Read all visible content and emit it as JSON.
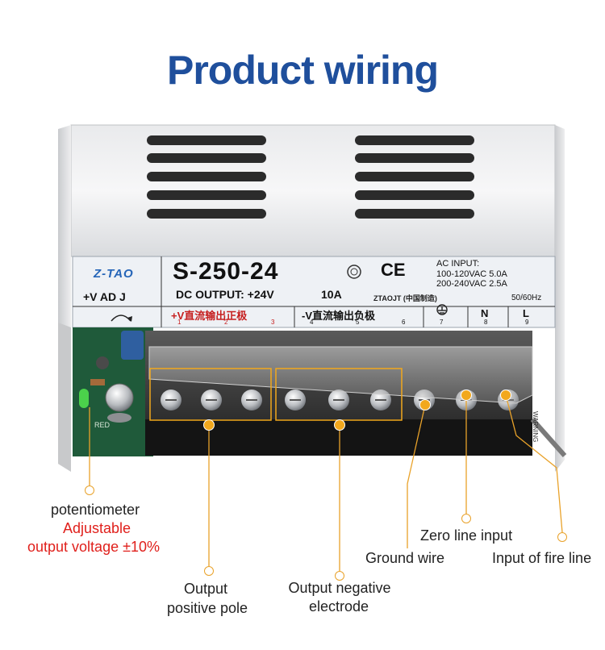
{
  "title": "Product wiring",
  "device": {
    "brand": "Z-TAO",
    "model": "S-250-24",
    "dc_output_label": "DC OUTPUT: +24V",
    "dc_output_current": "10A",
    "ce_mark": "CE",
    "ac_input_title": "AC  INPUT:",
    "ac_input_low": "100-120VAC  5.0A",
    "ac_input_high": "200-240VAC  2.5A",
    "frequency": "50/60Hz",
    "maker": "ZTAOJT (中国制造)",
    "left_terminal_label": "+V   AD J",
    "positive_terminal_label": "+V直流输出正极",
    "negative_terminal_label": "-V直流输出负极",
    "neutral_label": "N",
    "line_label": "L",
    "terminal_numbers": [
      "1",
      "2",
      "3",
      "4",
      "5",
      "6",
      "7",
      "8",
      "9"
    ],
    "pcb_led_label": "RED",
    "warning": "WARNING"
  },
  "callouts": {
    "potentiometer": {
      "line1": "potentiometer",
      "line2": "Adjustable",
      "line3": "output voltage ±10%"
    },
    "positive": {
      "line1": "Output",
      "line2": "positive pole"
    },
    "negative": {
      "line1": "Output  negative",
      "line2": "electrode"
    },
    "ground": "Ground wire",
    "zero": "Zero line input",
    "fire": "Input of fire line"
  },
  "colors": {
    "title": "#1f4f9c",
    "accent": "#f2a81d",
    "red_text": "#e0201c",
    "pcb_green": "#1f5a3a"
  }
}
